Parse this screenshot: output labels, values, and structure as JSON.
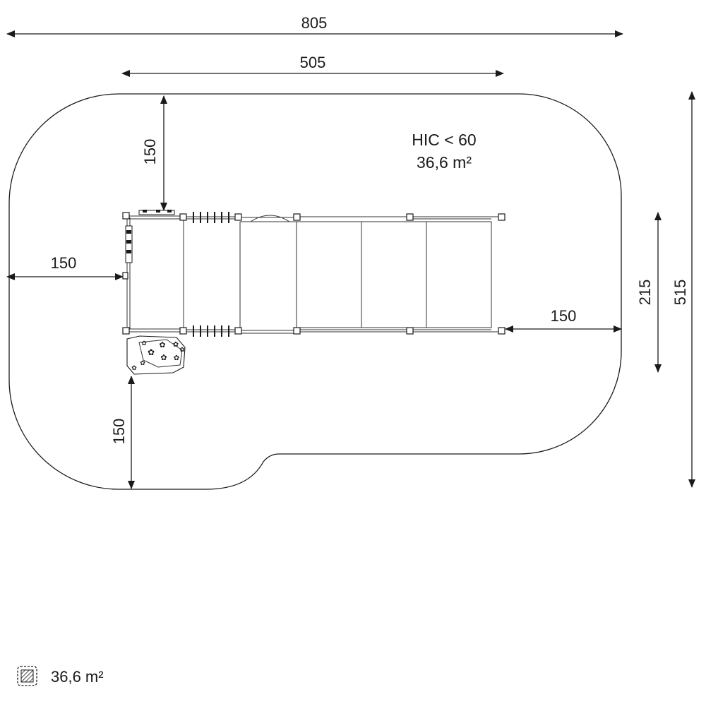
{
  "dimensions": {
    "overall_width": "805",
    "structure_width": "505",
    "clearance_top": "150",
    "clearance_left": "150",
    "clearance_right": "150",
    "clearance_bottom": "150",
    "structure_depth": "215",
    "overall_depth": "515"
  },
  "safety_zone": {
    "hic": "HIC < 60",
    "area": "36,6 m²"
  },
  "legend": {
    "icon": "hatched-area-icon",
    "area_label": "36,6 m²"
  },
  "colors": {
    "line": "#1a1a1a",
    "background": "#ffffff"
  }
}
